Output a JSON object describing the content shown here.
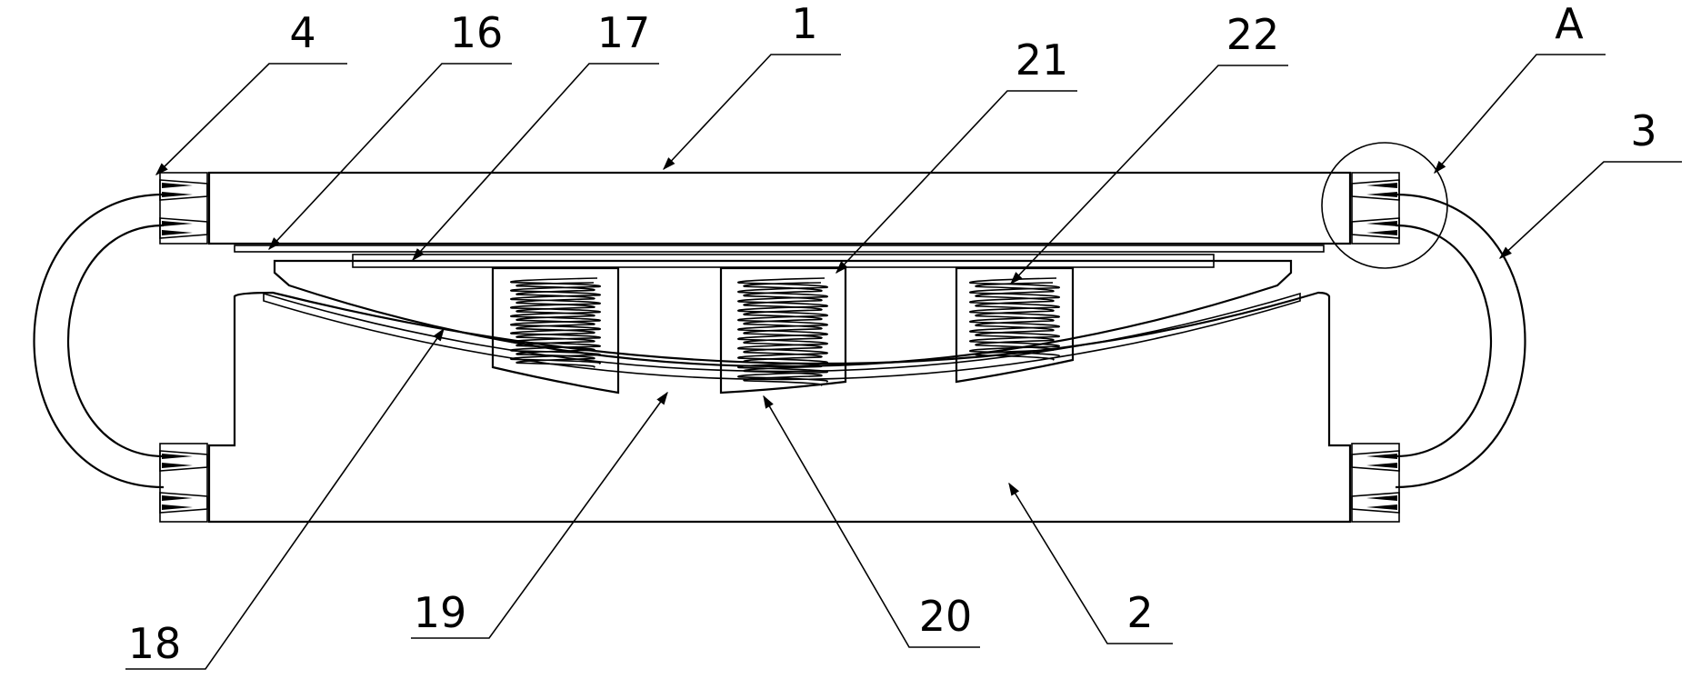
{
  "figure": {
    "callouts": [
      {
        "id": "c4",
        "text": "4"
      },
      {
        "id": "c16",
        "text": "16"
      },
      {
        "id": "c17",
        "text": "17"
      },
      {
        "id": "c1",
        "text": "1"
      },
      {
        "id": "c21",
        "text": "21"
      },
      {
        "id": "c22",
        "text": "22"
      },
      {
        "id": "cA",
        "text": "A"
      },
      {
        "id": "c3",
        "text": "3"
      },
      {
        "id": "c18",
        "text": "18"
      },
      {
        "id": "c19",
        "text": "19"
      },
      {
        "id": "c20",
        "text": "20"
      },
      {
        "id": "c2",
        "text": "2"
      }
    ]
  }
}
